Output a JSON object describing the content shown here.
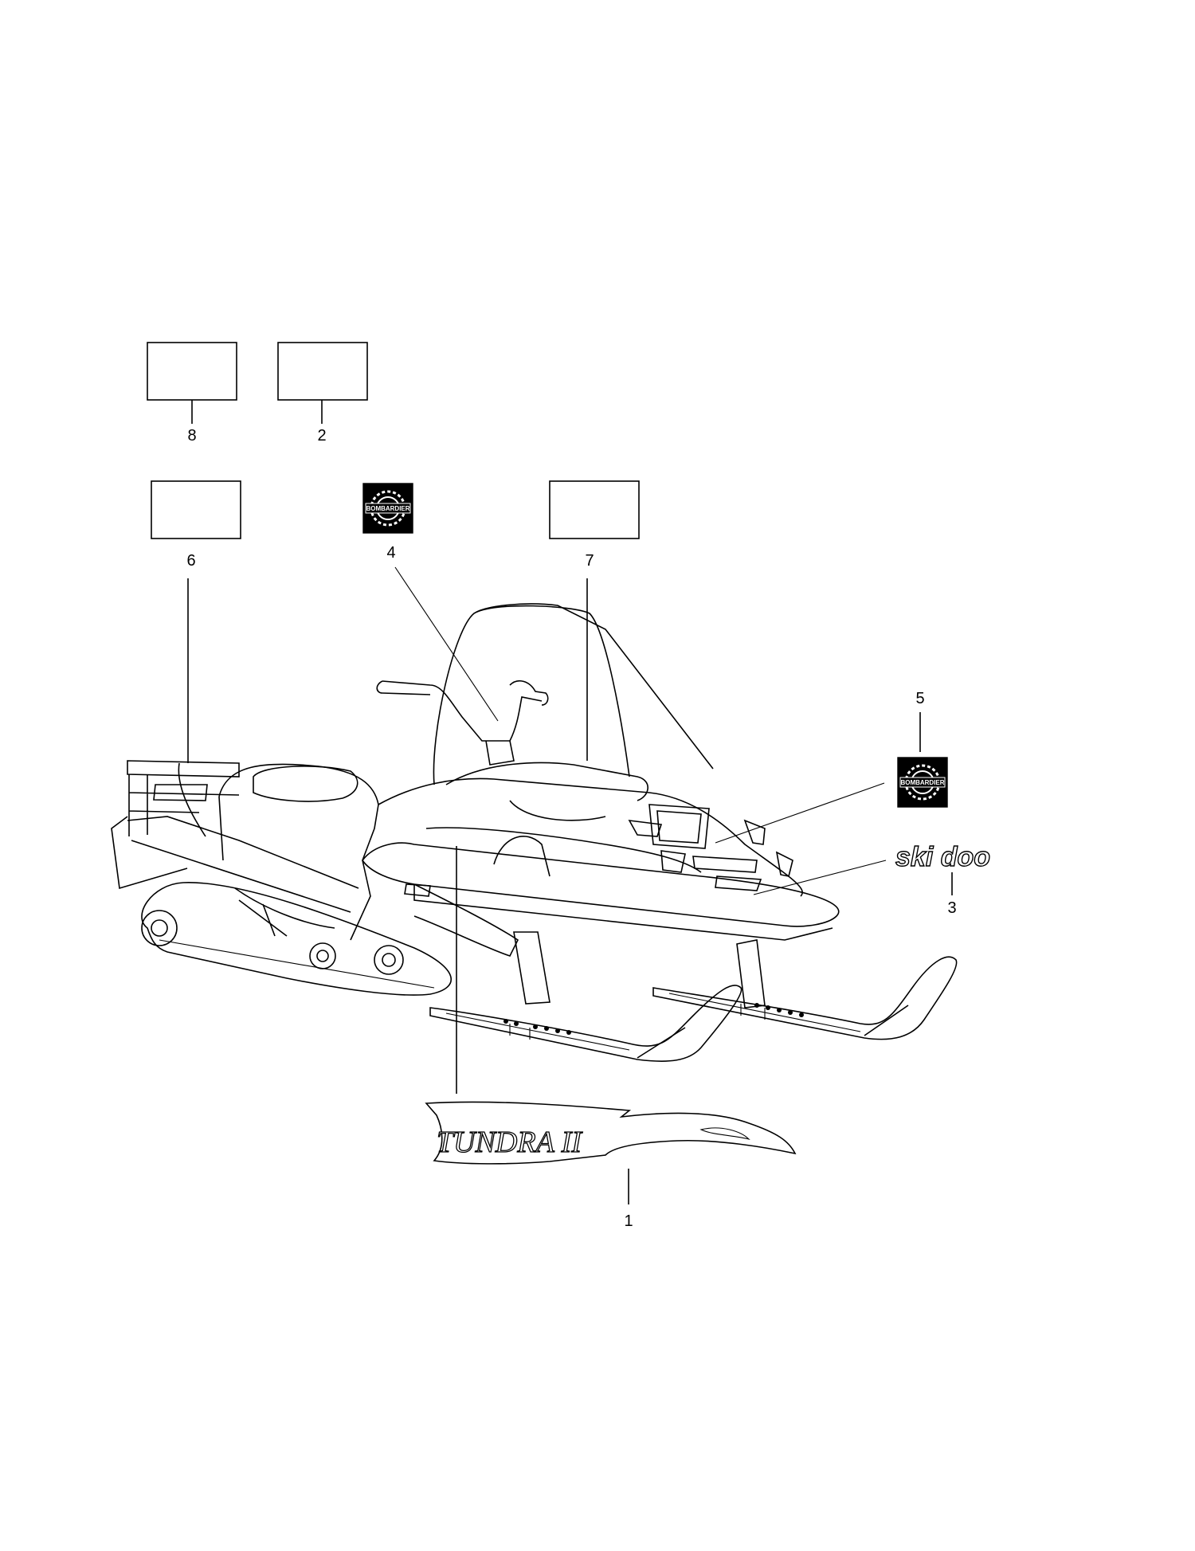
{
  "callouts": [
    {
      "id": "8",
      "label": "8"
    },
    {
      "id": "2",
      "label": "2"
    },
    {
      "id": "6",
      "label": "6"
    },
    {
      "id": "4",
      "label": "4"
    },
    {
      "id": "7",
      "label": "7"
    },
    {
      "id": "5",
      "label": "5"
    },
    {
      "id": "3",
      "label": "3"
    },
    {
      "id": "1",
      "label": "1"
    }
  ],
  "decals": {
    "brand_logo_text": "BOMBARDIER",
    "ski_doo_text": "ski doo",
    "model_stripe_text": "TUNDRA II"
  },
  "colors": {
    "line": "#000000",
    "background": "#ffffff"
  },
  "icons": [
    "bombardier-logo-icon",
    "ski-doo-wordmark-icon",
    "tundra-stripe-icon",
    "snowmobile-drawing-icon"
  ]
}
